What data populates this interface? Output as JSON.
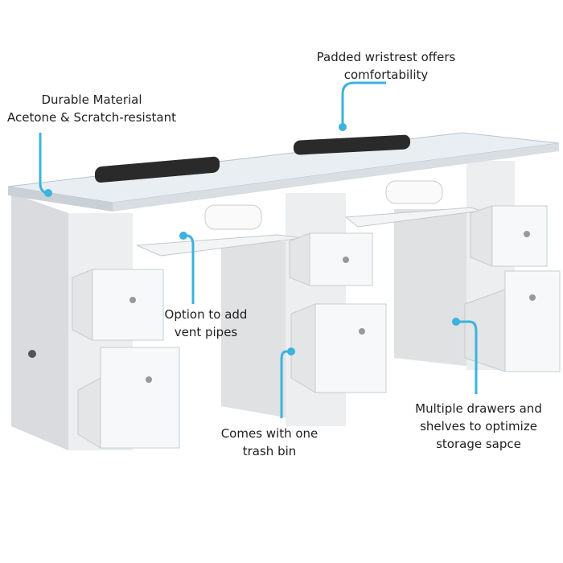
{
  "accent_color": "#3bb3dc",
  "callouts": {
    "wristrest": {
      "line1": "Padded wristrest offers",
      "line2": "comfortability"
    },
    "material": {
      "line1": "Durable Material",
      "line2": "Acetone & Scratch-resistant"
    },
    "vent": {
      "line1": "Option to add",
      "line2": "vent pipes"
    },
    "trash": {
      "line1": "Comes with one",
      "line2": "trash bin"
    },
    "drawers": {
      "line1": "Multiple drawers and",
      "line2": "shelves to optimize",
      "line3": "storage sapce"
    }
  }
}
